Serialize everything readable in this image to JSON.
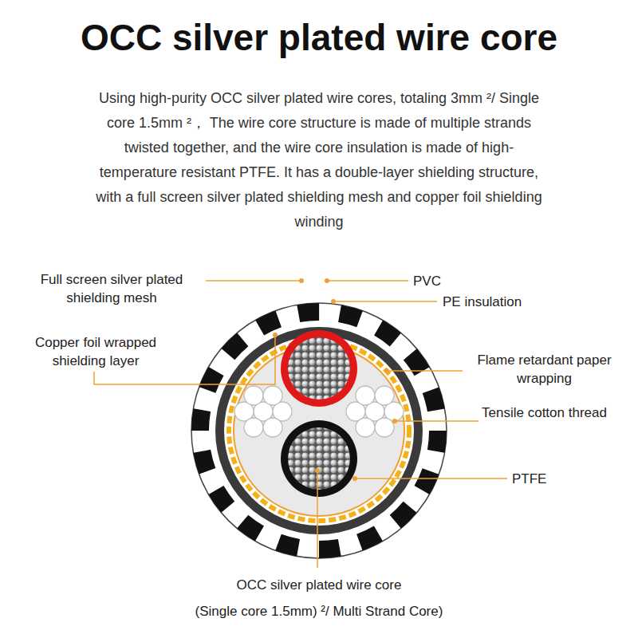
{
  "diagram": {
    "title": "OCC silver plated wire core",
    "labels": [
      "Using high-purity OCC silver plated wire cores, totaling 3mm ²/ Single core 1.5mm ²， The wire core structure is made of multiple strands twisted together, and the wire core insulation is made of high-temperature resistant PTFE. It has a double-layer shielding structure, with a full screen silver plated shielding mesh and copper foil shielding winding",
      "Full screen silver plated shielding mesh",
      "Copper foil wrapped shielding layer",
      "PVC",
      "PE insulation",
      "Flame retardant paper wrapping",
      "Tensile cotton thread",
      "PTFE",
      "OCC silver plated wire core",
      "(Single core 1.5mm) ²/ Multi Strand Core)"
    ]
  }
}
